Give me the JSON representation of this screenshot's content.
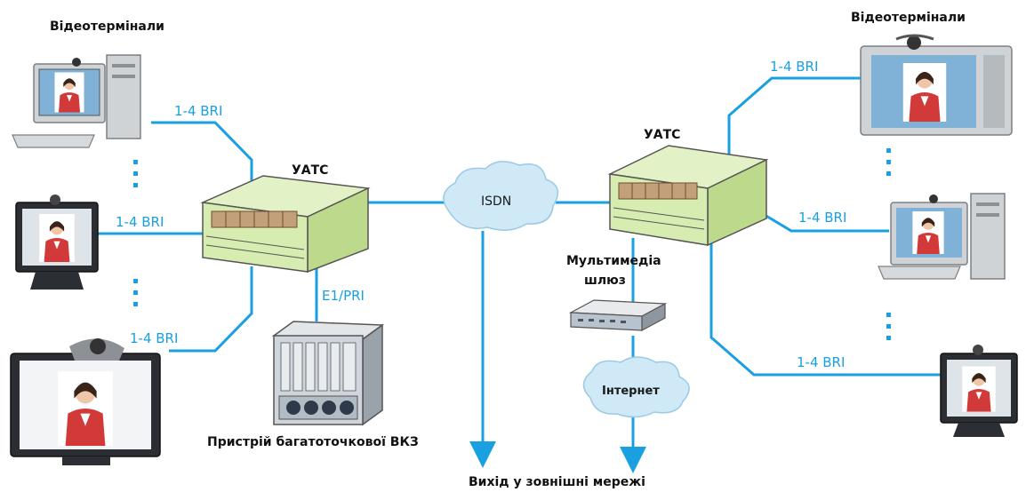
{
  "labels": {
    "videoterminals_left": "Відеотермінали",
    "videoterminals_right": "Відеотермінали",
    "pbx_left": "УАТС",
    "pbx_right": "УАТС",
    "isdn": "ISDN",
    "internet": "Інтернет",
    "gateway_line1": "Мультимедіа",
    "gateway_line2": "шлюз",
    "e1_pri": "E1/PRI",
    "mcu": "Пристрій багатоточкової ВКЗ",
    "external": "Вихід у зовнішні мережі",
    "bri_1": "1-4 BRI",
    "bri_2": "1-4 BRI",
    "bri_3": "1-4 BRI",
    "bri_4": "1-4 BRI",
    "bri_5": "1-4 BRI",
    "bri_6": "1-4 BRI"
  },
  "colors": {
    "link": "#1aa0e0",
    "pbx_body": "#d6ecb0",
    "pbx_outline": "#555555",
    "cloud": "#cfe9f7"
  },
  "icons": {
    "terminal": "video-terminal-icon",
    "pbx": "pbx-icon",
    "cloud": "cloud-icon",
    "gateway": "gateway-icon",
    "mcu": "mcu-icon"
  }
}
